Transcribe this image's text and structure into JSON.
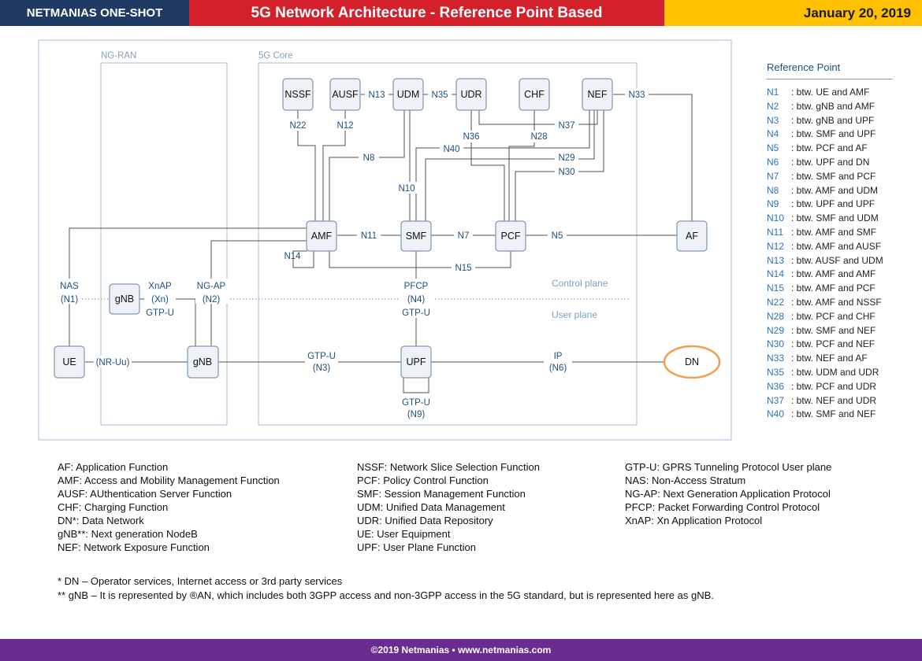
{
  "header": {
    "brand": "NETMANIAS ONE-SHOT",
    "title": "5G Network Architecture - Reference Point Based",
    "date": "January 20, 2019"
  },
  "colors": {
    "brand_bg": "#1f3a63",
    "title_bg": "#d3202a",
    "date_bg": "#ffc000",
    "footer_bg": "#6a2d8f",
    "label_blue": "#1f4e79",
    "dn_border": "#f0a050"
  },
  "diagram": {
    "regions": {
      "ngran": "NG-RAN",
      "core": "5G Core",
      "control_plane": "Control plane",
      "user_plane": "User plane"
    },
    "nodes": {
      "nssf": "NSSF",
      "ausf": "AUSF",
      "udm": "UDM",
      "udr": "UDR",
      "chf": "CHF",
      "nef": "NEF",
      "amf": "AMF",
      "smf": "SMF",
      "pcf": "PCF",
      "af": "AF",
      "gnb_top": "gNB",
      "gnb": "gNB",
      "ue": "UE",
      "upf": "UPF",
      "dn": "DN"
    },
    "labels": {
      "n13": "N13",
      "n35": "N35",
      "n33": "N33",
      "n22": "N22",
      "n12": "N12",
      "n37": "N37",
      "n36": "N36",
      "n28": "N28",
      "n40": "N40",
      "n8": "N8",
      "n29": "N29",
      "n30": "N30",
      "n10": "N10",
      "n11": "N11",
      "n7": "N7",
      "n5": "N5",
      "n14": "N14",
      "n15": "N15",
      "nas": "NAS",
      "n1": "(N1)",
      "xnap": "XnAP",
      "xn": "(Xn)",
      "gtpu_xn": "GTP-U",
      "ngap": "NG-AP",
      "n2": "(N2)",
      "pfcp": "PFCP",
      "n4": "(N4)",
      "gtpu_n4": "GTP-U",
      "nruu": "(NR-Uu)",
      "gtpu_n3": "GTP-U",
      "n3": "(N3)",
      "ip": "IP",
      "n6": "(N6)",
      "gtpu_n9": "GTP-U",
      "n9": "(N9)"
    }
  },
  "legend": {
    "title": "Reference Point",
    "items": [
      {
        "code": "N1",
        "desc": ": btw. UE and AMF"
      },
      {
        "code": "N2",
        "desc": ": btw. gNB and AMF"
      },
      {
        "code": "N3",
        "desc": ": btw. gNB and UPF"
      },
      {
        "code": "N4",
        "desc": ": btw. SMF and UPF"
      },
      {
        "code": "N5",
        "desc": ": btw. PCF and AF"
      },
      {
        "code": "N6",
        "desc": ": btw. UPF and DN"
      },
      {
        "code": "N7",
        "desc": ": btw. SMF and PCF"
      },
      {
        "code": "N8",
        "desc": ": btw. AMF and UDM"
      },
      {
        "code": "N9",
        "desc": ": btw. UPF and UPF"
      },
      {
        "code": "N10",
        "desc": ": btw. SMF and UDM"
      },
      {
        "code": "N11",
        "desc": ": btw. AMF and SMF"
      },
      {
        "code": "N12",
        "desc": ": btw. AMF and AUSF"
      },
      {
        "code": "N13",
        "desc": ": btw. AUSF and UDM"
      },
      {
        "code": "N14",
        "desc": ": btw. AMF and AMF"
      },
      {
        "code": "N15",
        "desc": ": btw. AMF and PCF"
      },
      {
        "code": "N22",
        "desc": ": btw. AMF and NSSF"
      },
      {
        "code": "N28",
        "desc": ": btw. PCF and CHF"
      },
      {
        "code": "N29",
        "desc": ": btw. SMF and NEF"
      },
      {
        "code": "N30",
        "desc": ": btw. PCF and NEF"
      },
      {
        "code": "N33",
        "desc": ": btw. NEF and AF"
      },
      {
        "code": "N35",
        "desc": ": btw. UDM and UDR"
      },
      {
        "code": "N36",
        "desc": ": btw. PCF and UDR"
      },
      {
        "code": "N37",
        "desc": ": btw. NEF and UDR"
      },
      {
        "code": "N40",
        "desc": ": btw. SMF and NEF"
      }
    ]
  },
  "definitions": {
    "col1": [
      "AF: Application Function",
      "AMF: Access and Mobility Management Function",
      "AUSF: AUthentication Server Function",
      "CHF: Charging Function",
      "DN*: Data Network",
      "gNB**: Next generation NodeB",
      "NEF: Network Exposure Function"
    ],
    "col2": [
      "NSSF: Network Slice Selection Function",
      "PCF: Policy Control Function",
      "SMF: Session Management Function",
      "UDM: Unified Data Management",
      "UDR: Unified Data Repository",
      "UE: User Equipment",
      "UPF: User Plane Function"
    ],
    "col3": [
      "GTP-U: GPRS Tunneling Protocol User plane",
      "NAS: Non-Access Stratum",
      "NG-AP: Next Generation Application Protocol",
      "PFCP: Packet Forwarding Control Protocol",
      "XnAP: Xn Application Protocol"
    ]
  },
  "notes": [
    "* DN – Operator services, Internet access or 3rd party services",
    "** gNB – It is represented by ®AN, which includes both 3GPP access and non-3GPP access   in the 5G standard, but is represented here as gNB."
  ],
  "footer": {
    "text": "©2019 Netmanias • www.netmanias.com"
  }
}
